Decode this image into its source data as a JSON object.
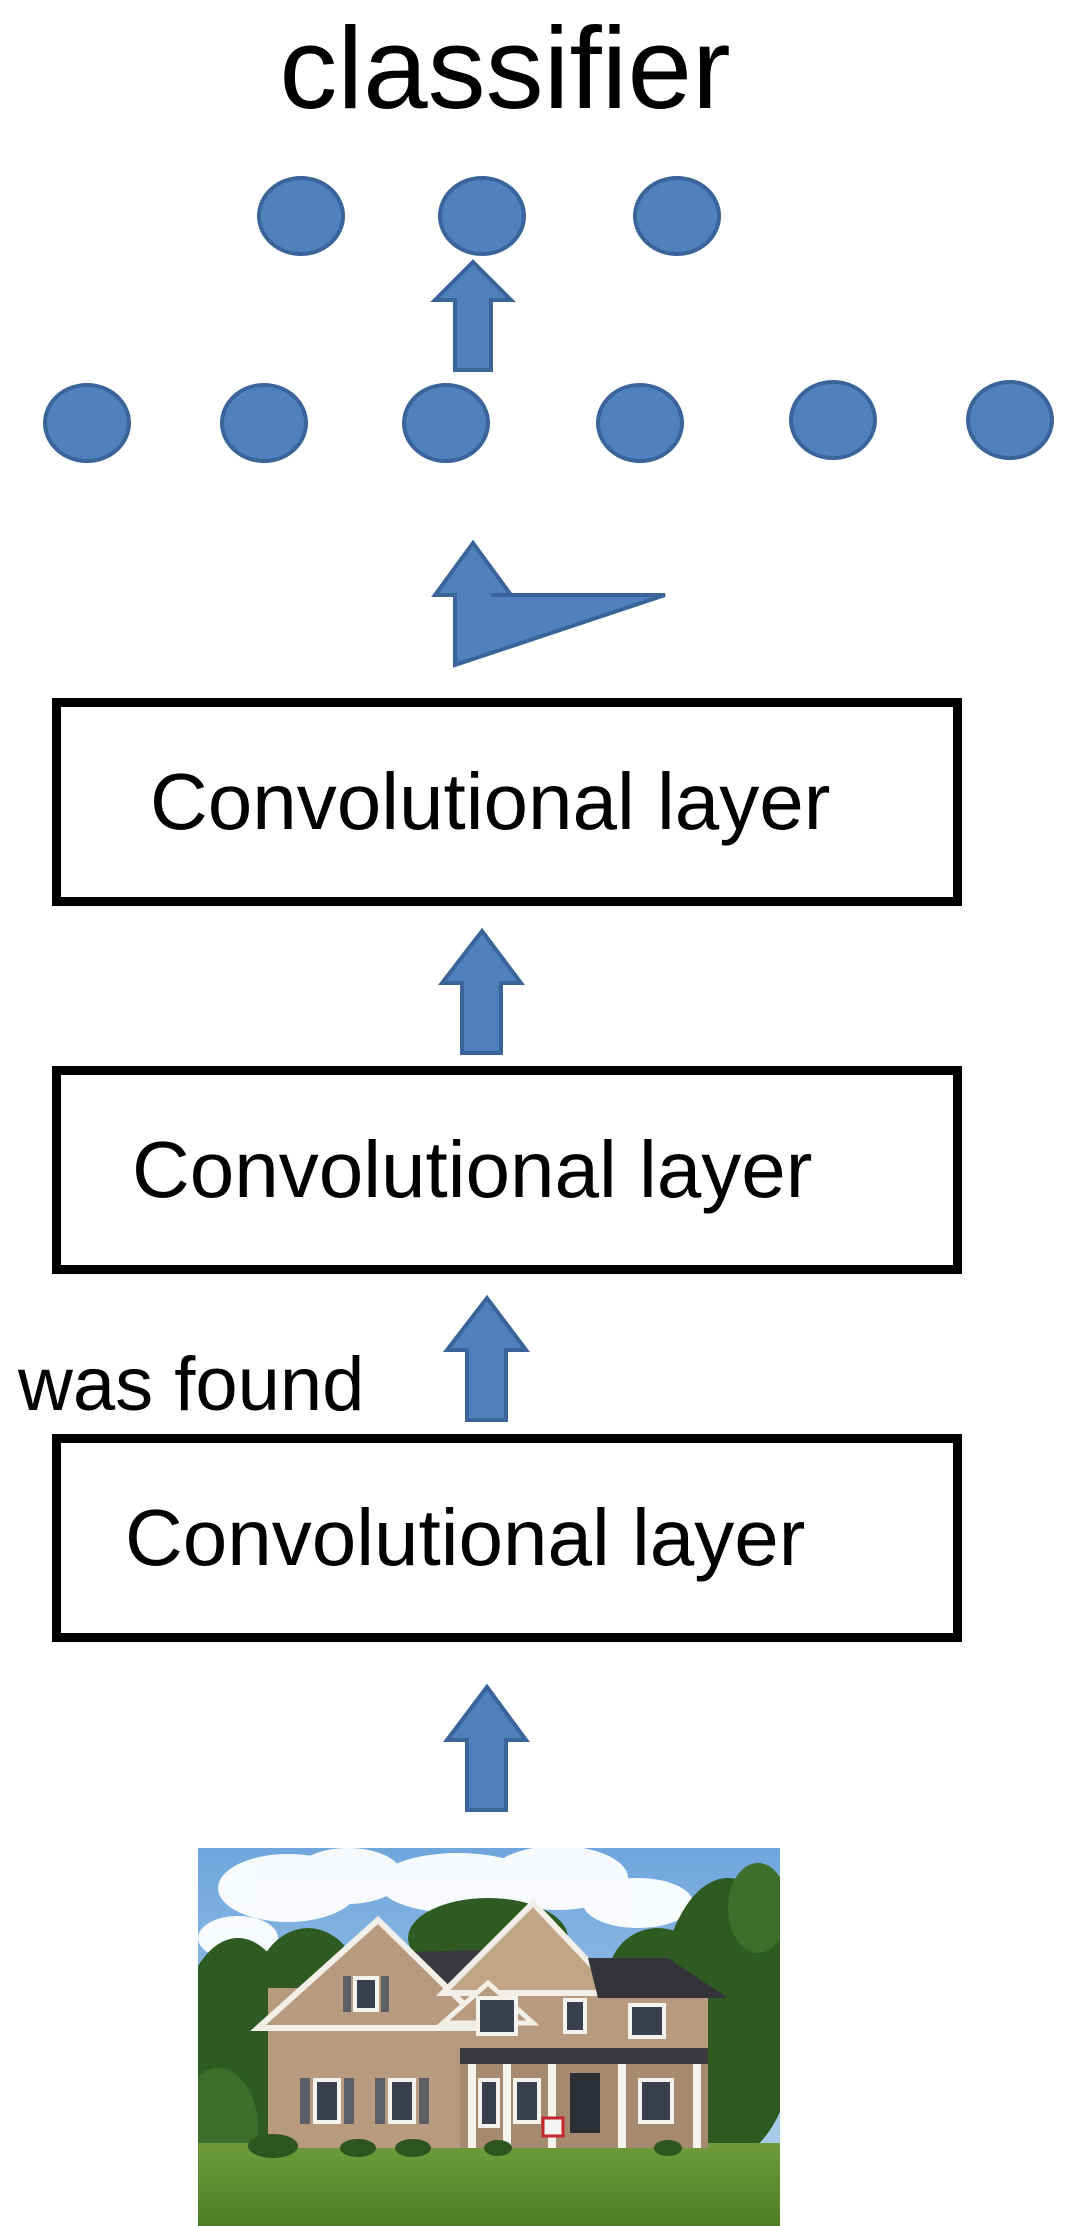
{
  "title": "classifier",
  "layers": [
    {
      "label": "Convolutional layer"
    },
    {
      "label": "Convolutional layer"
    },
    {
      "label": "Convolutional layer"
    }
  ],
  "note": "was found",
  "colors": {
    "node_fill": "#4f81bd",
    "node_stroke": "#3a649a",
    "box_border": "#000000"
  },
  "input_image": {
    "subject": "house photo"
  }
}
